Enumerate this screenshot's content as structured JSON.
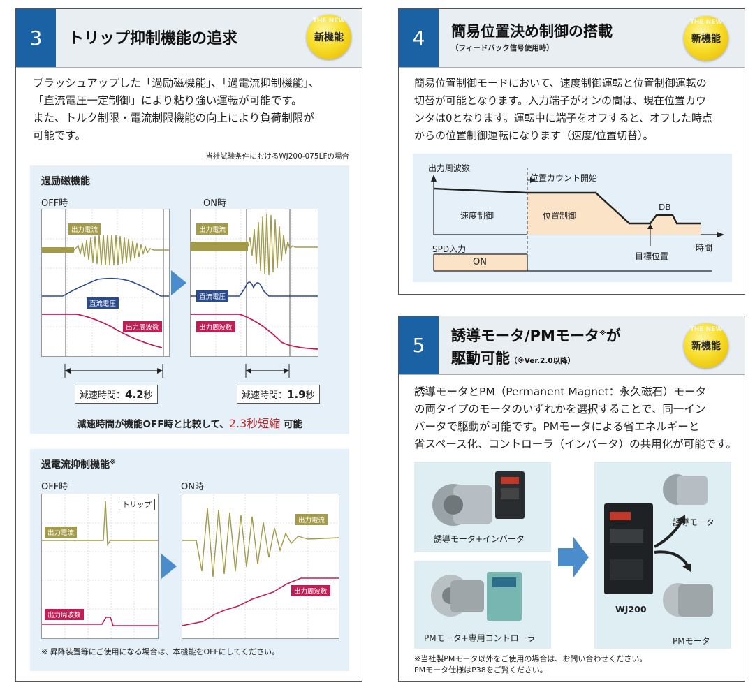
{
  "badge_text": "新機能",
  "badge_watermark": "THE NEW",
  "s3": {
    "number": "3",
    "title": "トリップ抑制機能の追求",
    "body": [
      "ブラッシュアップした「過励磁機能」、「過電流抑制機能」、",
      "「直流電圧一定制御」により粘り強い運転が可能です。",
      "また、トルク制限・電流制限機能の向上により負荷制限が",
      "可能です。"
    ],
    "test_note": "当社試験条件におけるWJ200-075LFの場合",
    "box1": {
      "title": "過励磁機能",
      "off_label": "OFF時",
      "on_label": "ON時",
      "tag_current": "出力電流",
      "tag_voltage": "直流電圧",
      "tag_freq": "出力周波数",
      "decel_prefix": "減速時間：",
      "decel_off_value": "4.2",
      "decel_on_value": "1.9",
      "decel_unit": "秒",
      "compare_pre": "減速時間が機能OFF時と比較して、",
      "compare_em": "2.3秒短縮",
      "compare_post": " 可能"
    },
    "box2": {
      "title": "過電流抑制機能",
      "title_mark": "※",
      "off_label": "OFF時",
      "on_label": "ON時",
      "tag_current": "出力電流",
      "tag_freq": "出力周波数",
      "trip_label": "トリップ",
      "note": "※ 昇降装置等にご使用になる場合は、本機能をOFFにしてください。"
    }
  },
  "s4": {
    "number": "4",
    "title": "簡易位置決め制御の搭載",
    "subtitle": "（フィードバック信号使用時）",
    "body": [
      "簡易位置制御モードにおいて、速度制御運転と位置制御運転の",
      "切替が可能となります。入力端子がオンの間は、現在位置カウ",
      "ンタは0となります。運転中に端子をオフすると、オフした時点",
      "からの位置制御運転になります（速度/位置切替）。"
    ],
    "diagram": {
      "y_label": "出力周波数",
      "pos_count_start": "位置カウント開始",
      "speed_ctrl": "速度制御",
      "pos_ctrl": "位置制御",
      "db": "DB",
      "spd_input": "SPD入力",
      "on": "ON",
      "time": "時間",
      "target": "目標位置"
    }
  },
  "s5": {
    "number": "5",
    "title_line1_a": "誘導モータ/PMモータ",
    "title_line1_mark": "※",
    "title_line1_b": "が",
    "title_line2": "駆動可能",
    "title_small": "（※Ver.2.0以降）",
    "body": [
      "誘導モータとPM（Permanent Magnet：永久磁石）モータ",
      "の両タイプのモータのいずれかを選択することで、同一イン",
      "バータで駆動が可能です。PMモータによる省エネルギーと",
      "省スペース化、コントローラ（インバータ）の共用化が可能です。"
    ],
    "img1_label": "誘導モータ+インバータ",
    "img2_label": "PMモータ+専用コントローラ",
    "right_induction": "誘導モータ",
    "right_pm": "PMモータ",
    "right_model": "WJ200",
    "footnote1": "※当社製PMモータ以外をご使用の場合は、お問い合わせください。",
    "footnote2": "PMモータ仕様はP38をご覧ください。"
  },
  "colors": {
    "accent_blue": "#1a62a4",
    "light_blue_bg": "#e6f0f8",
    "olive_trace": "#a39b4a",
    "blue_trace": "#2b4a8a",
    "red_trace": "#c01f55",
    "highlight_red": "#c0282d",
    "badge_yellow": "#f7de2a",
    "peach_fill": "#fbe3c8"
  }
}
